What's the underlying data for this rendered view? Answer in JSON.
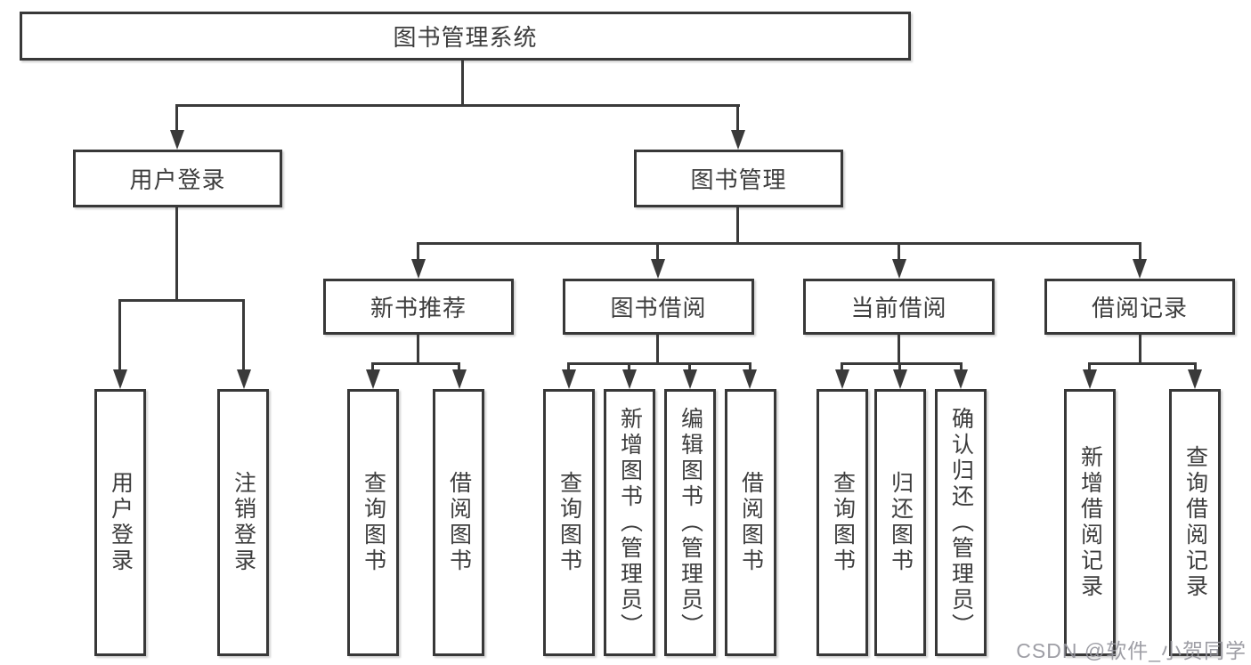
{
  "tree": {
    "root": {
      "label": "图书管理系统"
    },
    "branches": [
      {
        "label": "用户登录",
        "children": [
          {
            "label": "用户登录"
          },
          {
            "label": "注销登录"
          }
        ]
      },
      {
        "label": "图书管理",
        "children": [
          {
            "label": "新书推荐",
            "children": [
              {
                "label": "查询图书"
              },
              {
                "label": "借阅图书"
              }
            ]
          },
          {
            "label": "图书借阅",
            "children": [
              {
                "label": "查询图书"
              },
              {
                "label": "新增图书（管理员）"
              },
              {
                "label": "编辑图书（管理员）"
              },
              {
                "label": "借阅图书"
              }
            ]
          },
          {
            "label": "当前借阅",
            "children": [
              {
                "label": "查询图书"
              },
              {
                "label": "归还图书"
              },
              {
                "label": "确认归还（管理员）"
              }
            ]
          },
          {
            "label": "借阅记录",
            "children": [
              {
                "label": "新增借阅记录"
              },
              {
                "label": "查询借阅记录"
              }
            ]
          }
        ]
      }
    ]
  },
  "watermark": "CSDN @软件_小贺同学",
  "colors": {
    "line": "#3a3a3a",
    "box_border": "#383838",
    "text": "#3d3d3d",
    "background": "#ffffff",
    "watermark": "#94949b"
  }
}
